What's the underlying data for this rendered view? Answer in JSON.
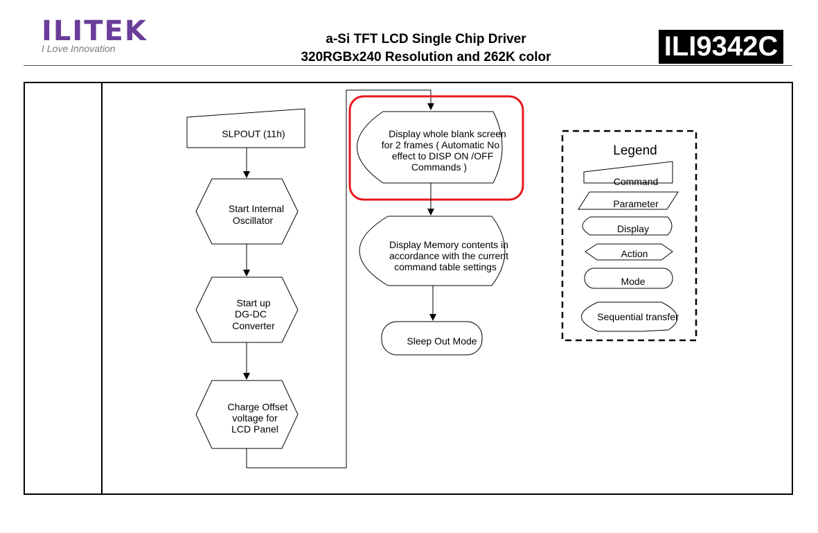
{
  "header": {
    "logo_text": "ILITEK",
    "logo_tagline": "I Love Innovation",
    "title_line1": "a-Si TFT LCD Single Chip Driver",
    "title_line2": "320RGBx240 Resolution and 262K color",
    "chip_name": "ILI9342C"
  },
  "flowchart": {
    "slpout": "SLPOUT  (11h)",
    "osc_line1": "Start Internal",
    "osc_line2": "Oscillator",
    "dcdc_line1": "Start up",
    "dcdc_line2": "DG-DC",
    "dcdc_line3": "Converter",
    "charge_line1": "Charge Offset",
    "charge_line2": "voltage for",
    "charge_line3": "LCD Panel",
    "blank_line1": "Display whole blank screen",
    "blank_line2": "for 2  frames ( Automatic No",
    "blank_line3": "effect to DISP ON  /OFF",
    "blank_line4": "Commands )",
    "memory_line1": "Display Memory contents in",
    "memory_line2": "accordance with the current",
    "memory_line3": "command table settings",
    "sleepout": "Sleep Out Mode"
  },
  "legend": {
    "title": "Legend",
    "command": "Command",
    "parameter": "Parameter",
    "display": "Display",
    "action": "Action",
    "mode": "Mode",
    "sequential": "Sequential transfer"
  },
  "highlight_color": "#e8161b",
  "brand_color": "#6a3d9a"
}
